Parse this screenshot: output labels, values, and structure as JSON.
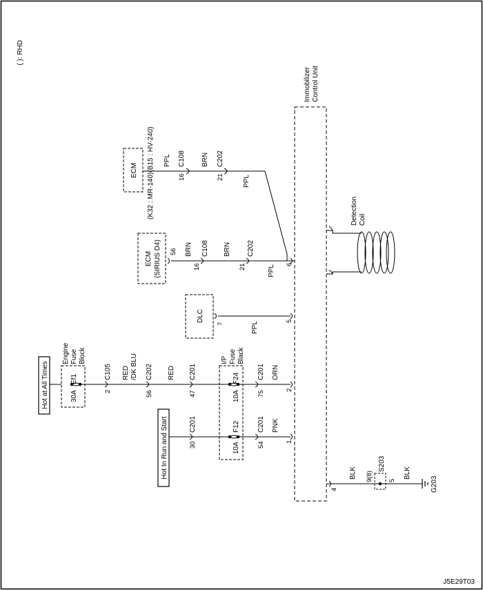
{
  "note": "( ): RHD",
  "code": "J5E29T03",
  "control_unit": {
    "line1": "Immobilizer",
    "line2": "Control Unit"
  },
  "coil": {
    "line1": "Detection",
    "line2": "Coil"
  },
  "ecm_k32": {
    "name": "ECM",
    "variant": "(K32 : MR-140)(B15 : HV-240)",
    "wire1": "PPL",
    "conn1_pin": "16",
    "conn1": "C108",
    "wire2": "BRN",
    "conn2_pin": "21",
    "conn2": "C202",
    "wire3": "PPL",
    "cu_pin": "6"
  },
  "ecm_sirius": {
    "name": "ECM",
    "variant": "(SIRIUS D4)",
    "ecm_pin": "56",
    "wire1": "BRN",
    "conn1_pin": "16",
    "conn1": "C108",
    "wire2": "BRN",
    "conn2_pin": "21",
    "conn2": "C202",
    "wire3": "PPL"
  },
  "dlc": {
    "name": "DLC",
    "pin": "7",
    "wire": "PPL",
    "cu_pin": "5"
  },
  "hot_all_times": {
    "label": "Hot at All Times",
    "fuse_block": [
      "Engine",
      "Fuse",
      "Block"
    ],
    "fuse": "Ef1",
    "amp": "30A",
    "c105_pin": "2",
    "c105": "C105",
    "wire1": "RED",
    "wire1b": "/DK BLU",
    "c202_pin": "56",
    "c202": "C202",
    "wire2": "RED",
    "c201_pin": "47",
    "c201": "C201"
  },
  "ip_fuse_block": [
    "I/P",
    "Fuse",
    "Black"
  ],
  "f24": {
    "fuse": "F24",
    "amp": "10A",
    "c201_pin": "75",
    "c201": "C201",
    "wire": "ORN",
    "cu_pin": "2"
  },
  "hot_run_start": {
    "label": "Hot In Run and Start",
    "c201_pin": "30",
    "c201": "C201",
    "fuse": "F12",
    "amp": "10A",
    "c201b_pin": "54",
    "c201b": "C201",
    "wire": "PNK",
    "cu_pin": "1"
  },
  "ground": {
    "cu_pin": "4",
    "wire1": "BLK",
    "splice": "S203",
    "splice_pin_in": "9(8)",
    "splice_pin_out": "5",
    "wire2": "BLK",
    "ground": "G203"
  }
}
